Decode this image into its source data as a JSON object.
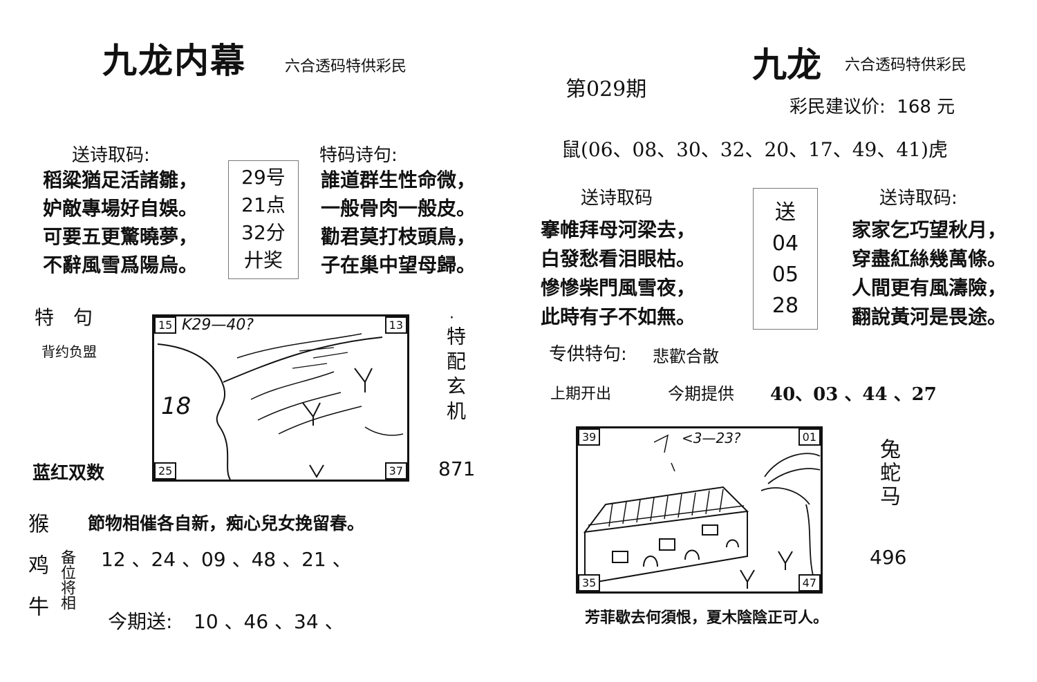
{
  "left": {
    "title": "九龙内幕",
    "subtitle": "六合透码特供彩民",
    "poem_label": "送诗取码:",
    "poem_lines": [
      "稻粱猶足活諸雛，",
      "妒敵專場好自娛。",
      "可要五更驚曉夢，",
      "不辭風雪爲陽烏。"
    ],
    "center_box": [
      "29号",
      "21点",
      "32分",
      "廾奖"
    ],
    "special_label": "特码诗句:",
    "special_lines": [
      "誰道群生性命微，",
      "一般骨肉一般皮。",
      "勸君莫打枝頭鳥，",
      "子在巢中望母歸。"
    ],
    "te_ju": "特　句",
    "te_ju_text": "背约负盟",
    "side_vertical": "特配玄机",
    "side_dot": "·",
    "lanhong": "蓝红双数",
    "number_871": "871",
    "picture": {
      "corners": {
        "tl": "15",
        "tr": "13",
        "bl": "25",
        "br": "37"
      },
      "sketch_text": "K29—40?",
      "sketch_num": "18"
    },
    "animals_vertical": "猴鸡牛",
    "beiwei": "备位将相",
    "poem2": "節物相催各自新，痴心兒女挽留春。",
    "list_numbers": "12 、24 、09 、48 、21 、",
    "today_label": "今期送:",
    "today_numbers": "10 、46 、34 、"
  },
  "right": {
    "title": "九龙",
    "subtitle": "六合透码特供彩民",
    "issue": "第029期",
    "price": "彩民建议价:  168 元",
    "shu_hu": "鼠(06、08、30、32、20、17、49、41)虎",
    "poem_label_a": "送诗取码",
    "poem_a": [
      "搴帷拜母河梁去，",
      "白發愁看泪眼枯。",
      "慘慘柴門風雪夜，",
      "此時有子不如無。"
    ],
    "center_box": [
      "送",
      "04",
      "05",
      "28"
    ],
    "poem_label_b": "送诗取码:",
    "poem_b": [
      "家家乞巧望秋月，",
      "穿盡紅絲幾萬條。",
      "人間更有風濤險，",
      "翻說黃河是畏途。"
    ],
    "zhuan_label": "专供特句:",
    "zhuan_text": "悲歡合散",
    "last_period": "上期开出",
    "this_period": "今期提供",
    "this_numbers": "40、03 、44 、27",
    "picture": {
      "corners": {
        "tl": "39",
        "tr": "01",
        "bl": "35",
        "br": "47"
      },
      "sketch_text": "<3—23?"
    },
    "animals_vertical": "兔蛇马",
    "number_496": "496",
    "bottom_poem": "芳菲歇去何須恨，夏木陰陰正可人。"
  }
}
